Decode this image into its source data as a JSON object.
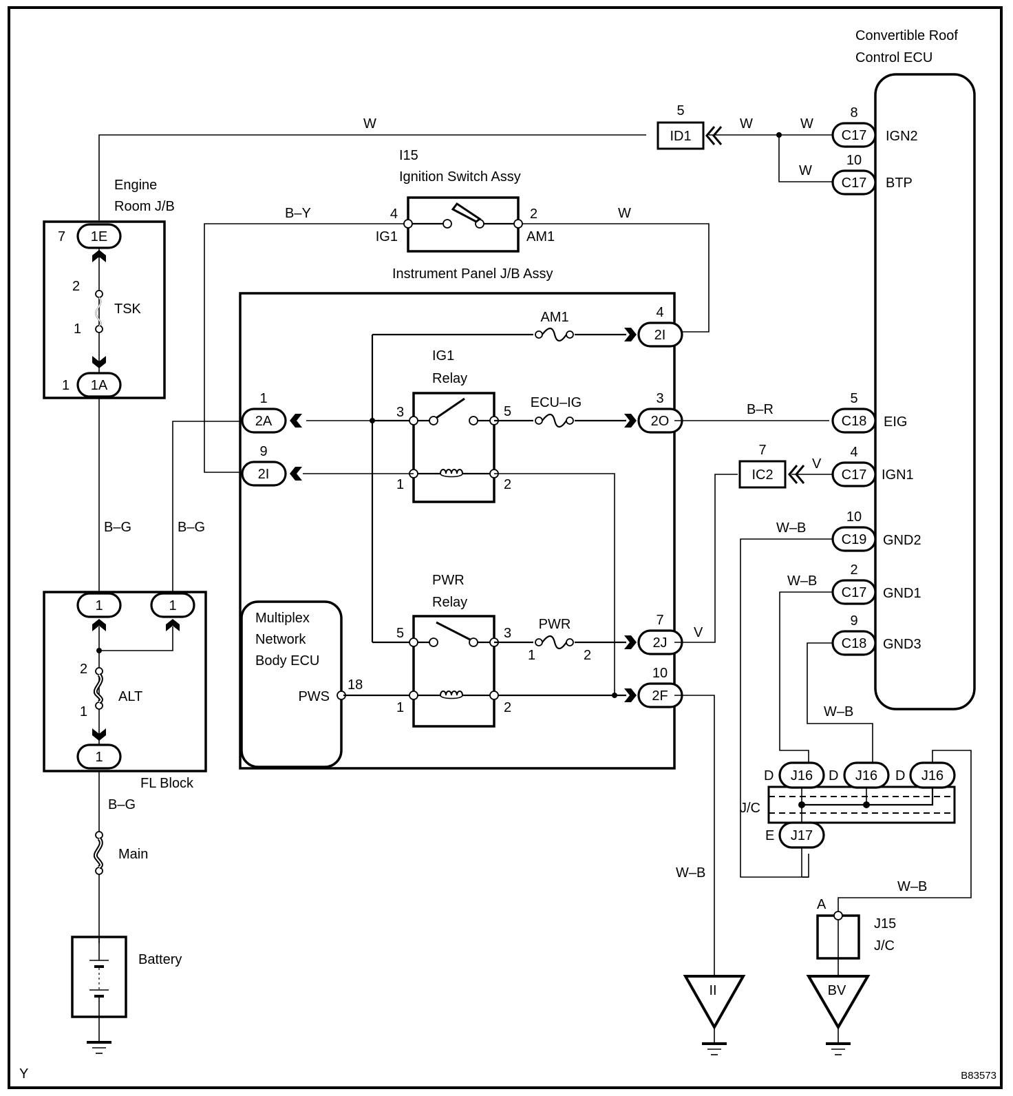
{
  "diagram_id": "B83573",
  "corner_mark": "Y",
  "components": {
    "convertible_ecu": {
      "line1": "Convertible Roof",
      "line2": "Control ECU"
    },
    "engine_room_jb": {
      "line1": "Engine",
      "line2": "Room J/B"
    },
    "ignition_switch": {
      "code": "I15",
      "name": "Ignition Switch Assy",
      "pin_left_num": "4",
      "pin_left_name": "IG1",
      "pin_right_num": "2",
      "pin_right_name": "AM1"
    },
    "instrument_panel_jb": {
      "name": "Instrument Panel J/B Assy"
    },
    "ig1_relay": {
      "line1": "IG1",
      "line2": "Relay",
      "pins": {
        "p3": "3",
        "p5": "5",
        "p1": "1",
        "p2": "2"
      }
    },
    "pwr_relay": {
      "line1": "PWR",
      "line2": "Relay",
      "pins": {
        "p5": "5",
        "p3": "3",
        "p1": "1",
        "p2": "2"
      }
    },
    "multiplex_ecu": {
      "line1": "Multiplex",
      "line2": "Network",
      "line3": "Body ECU",
      "pin_name": "PWS",
      "pin_num": "18"
    },
    "fl_block": {
      "name": "FL Block"
    },
    "battery": {
      "name": "Battery"
    },
    "jc_j16": {
      "label": "J/C"
    },
    "j15_jc": {
      "line1": "J15",
      "line2": "J/C",
      "pin": "A"
    }
  },
  "fuses": {
    "tsk": {
      "name": "TSK",
      "pin_top": "2",
      "pin_bottom": "1"
    },
    "alt": {
      "name": "ALT",
      "pin_top": "2",
      "pin_bottom": "1"
    },
    "main": {
      "name": "Main"
    },
    "am1": {
      "name": "AM1"
    },
    "ecu_ig": {
      "name": "ECU–IG"
    },
    "pwr": {
      "name": "PWR",
      "pin_left": "1",
      "pin_right": "2"
    }
  },
  "connectors": {
    "erjb_1e": {
      "code": "1E",
      "pin": "7"
    },
    "erjb_1a": {
      "code": "1A",
      "pin": "1"
    },
    "fl_top_left": {
      "code": "1"
    },
    "fl_top_right": {
      "code": "1"
    },
    "fl_bottom": {
      "code": "1"
    },
    "ipjb_2a": {
      "code": "2A",
      "pin": "1"
    },
    "ipjb_2i_left": {
      "code": "2I",
      "pin": "9"
    },
    "ipjb_2i_right": {
      "code": "2I",
      "pin": "4"
    },
    "ipjb_2o": {
      "code": "2O",
      "pin": "3"
    },
    "ipjb_2j": {
      "code": "2J",
      "pin": "7"
    },
    "ipjb_2f": {
      "code": "2F",
      "pin": "10"
    },
    "id1": {
      "code": "ID1",
      "pin": "5"
    },
    "ic2": {
      "code": "IC2",
      "pin": "7"
    },
    "ecu_ign2": {
      "code": "C17",
      "pin": "8",
      "signal": "IGN2"
    },
    "ecu_btp": {
      "code": "C17",
      "pin": "10",
      "signal": "BTP"
    },
    "ecu_eig": {
      "code": "C18",
      "pin": "5",
      "signal": "EIG"
    },
    "ecu_ign1": {
      "code": "C17",
      "pin": "4",
      "signal": "IGN1"
    },
    "ecu_gnd2": {
      "code": "C19",
      "pin": "10",
      "signal": "GND2"
    },
    "ecu_gnd1": {
      "code": "C17",
      "pin": "2",
      "signal": "GND1"
    },
    "ecu_gnd3": {
      "code": "C18",
      "pin": "9",
      "signal": "GND3"
    },
    "j16_a": {
      "code": "J16",
      "pin": "D"
    },
    "j16_b": {
      "code": "J16",
      "pin": "D"
    },
    "j16_c": {
      "code": "J16",
      "pin": "D"
    },
    "j17": {
      "code": "J17",
      "pin": "E"
    }
  },
  "wire_colors": {
    "top_w": "W",
    "id1_w": "W",
    "ign2_w": "W",
    "btp_w": "W",
    "by": "B–Y",
    "am1_w": "W",
    "br": "B–R",
    "ign1_v": "V",
    "pwr_v": "V",
    "gnd2_wb": "W–B",
    "gnd1_wb": "W–B",
    "gnd3_wb": "W–B",
    "bg_left": "B–G",
    "bg_right": "B–G",
    "bg_main": "B–G",
    "ii_wb": "W–B",
    "bv_wb": "W–B"
  },
  "grounds": {
    "ii": "II",
    "bv": "BV"
  }
}
